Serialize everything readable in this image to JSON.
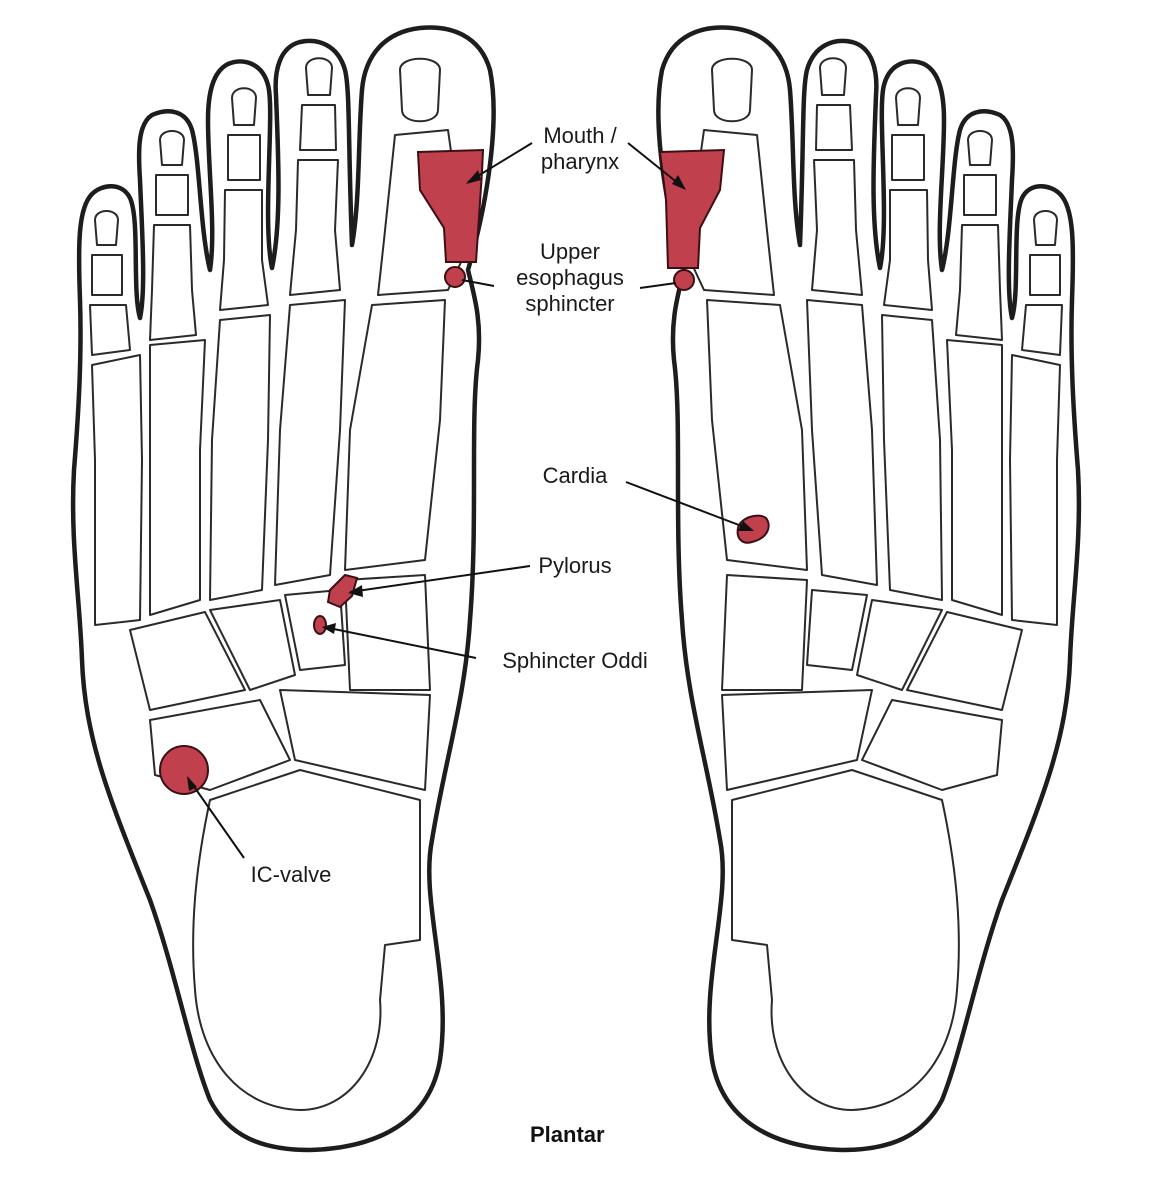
{
  "colors": {
    "zone_fill": "#c0404e",
    "outline": "#1d1d1d",
    "bone_line": "#2a2a2a"
  },
  "labels": {
    "mouth": "Mouth /\npharynx",
    "upper_esophagus": "Upper\nesophagus\nsphincter",
    "cardia": "Cardia",
    "pylorus": "Pylorus",
    "sphincter_oddi": "Sphincter Oddi",
    "ic_valve": "IC-valve"
  },
  "caption": "Plantar"
}
